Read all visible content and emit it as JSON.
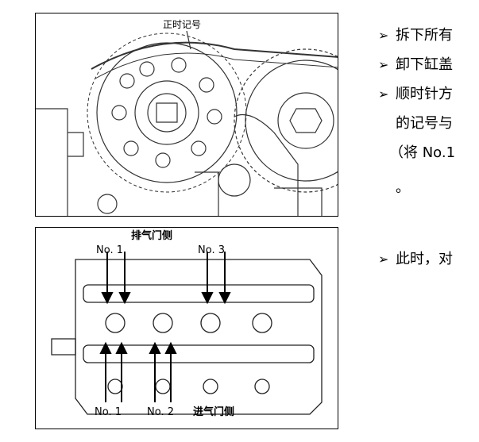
{
  "figure_top": {
    "label_timing_mark": "正时记号"
  },
  "figure_bottom": {
    "label_exhaust_side": "排气门侧",
    "label_intake_side": "进气门侧",
    "label_no1_top": "No. 1",
    "label_no3_top": "No. 3",
    "label_no1_bottom": "No. 1",
    "label_no2_bottom": "No. 2"
  },
  "steps": [
    {
      "marker": "➢",
      "text": "拆下所有"
    },
    {
      "marker": "➢",
      "text": "卸下缸盖"
    },
    {
      "marker": "➢",
      "text": "顺时针方"
    },
    {
      "marker": "➢",
      "text": "此时，对"
    }
  ],
  "step3_continuation": {
    "line1": "的记号与",
    "line2": "（将 No.1",
    "line3": "。"
  }
}
